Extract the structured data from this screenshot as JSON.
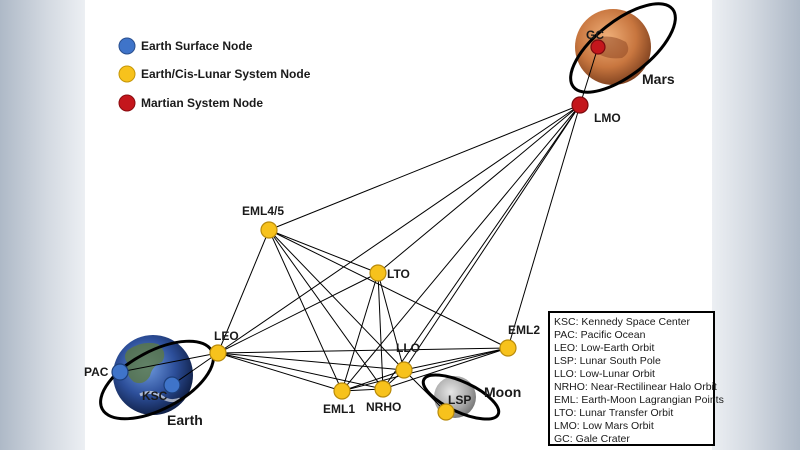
{
  "legend": [
    {
      "label": "Earth Surface Node",
      "color": "#3f74c9"
    },
    {
      "label": "Earth/Cis-Lunar System Node",
      "color": "#f7c21c"
    },
    {
      "label": "Martian System Node",
      "color": "#c4161c"
    }
  ],
  "bodies": {
    "earth": "Earth",
    "moon": "Moon",
    "mars": "Mars"
  },
  "nodes": {
    "pac": "PAC",
    "ksc": "KSC",
    "leo": "LEO",
    "eml45": "EML4/5",
    "lto": "LTO",
    "eml2": "EML2",
    "llo": "LLO",
    "eml1": "EML1",
    "nrho": "NRHO",
    "lsp": "LSP",
    "lmo": "LMO",
    "gc": "GC"
  },
  "abbreviations": [
    "KSC: Kennedy Space Center",
    "PAC: Pacific Ocean",
    "LEO: Low-Earth Orbit",
    "LSP: Lunar South Pole",
    "LLO: Low-Lunar Orbit",
    "NRHO: Near-Rectilinear Halo Orbit",
    "EML: Earth-Moon Lagrangian Points",
    "LTO: Lunar Transfer Orbit",
    "LMO: Low Mars Orbit",
    "GC: Gale Crater"
  ],
  "colors": {
    "surface": "#3f74c9",
    "cislunar": "#f7c21c",
    "martian": "#c4161c"
  }
}
